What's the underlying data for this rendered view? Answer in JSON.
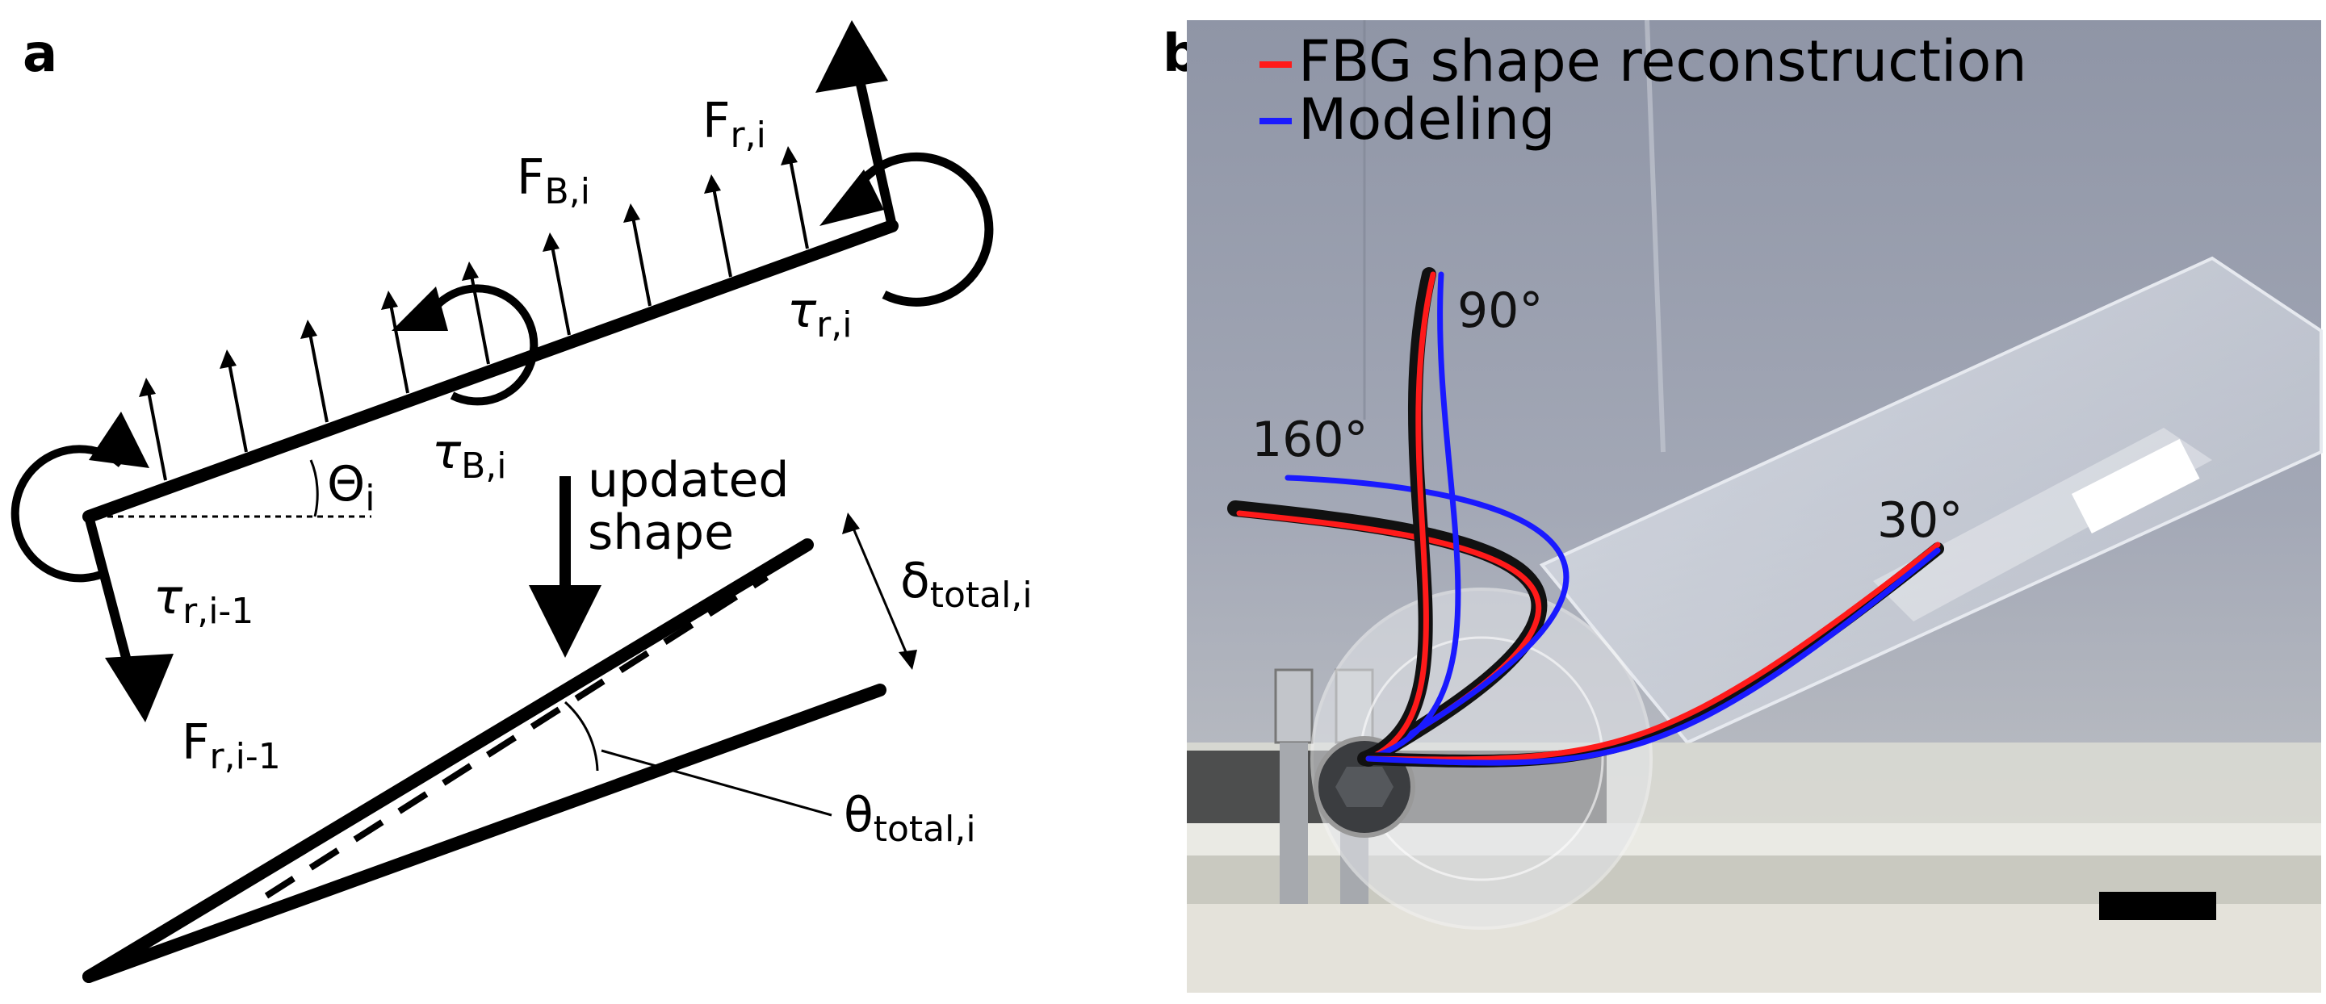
{
  "panel_a": {
    "panel_label": "a",
    "f_r_i": {
      "main": "F",
      "sub": "r,i"
    },
    "f_b_i": {
      "main": "F",
      "sub": "B,i"
    },
    "tau_r_i": {
      "main": "τ",
      "sub": "r,i"
    },
    "tau_b_i": {
      "main": "τ",
      "sub": "B,i"
    },
    "theta_i": {
      "main": "Θ",
      "sub": "i"
    },
    "tau_r_im1": {
      "main": "τ",
      "sub": "r,i-1"
    },
    "f_r_im1": {
      "main": "F",
      "sub": "r,i-1"
    },
    "updated_shape": {
      "line1": "updated",
      "line2": "shape"
    },
    "delta_total": {
      "main": "δ",
      "sub": "total,i"
    },
    "theta_total": {
      "main": "θ",
      "sub": "total,i"
    }
  },
  "panel_b": {
    "panel_label": "b",
    "legend": [
      {
        "label": "FBG shape reconstruction",
        "color": "#ff1a1a"
      },
      {
        "label": "Modeling",
        "color": "#1a1aff"
      }
    ],
    "angle_labels": {
      "a160": "160°",
      "a90": "90°",
      "a30": "30°"
    },
    "colors": {
      "fbg": "#ff1a1a",
      "model": "#1a1aff",
      "black_arm": "#111111"
    }
  }
}
